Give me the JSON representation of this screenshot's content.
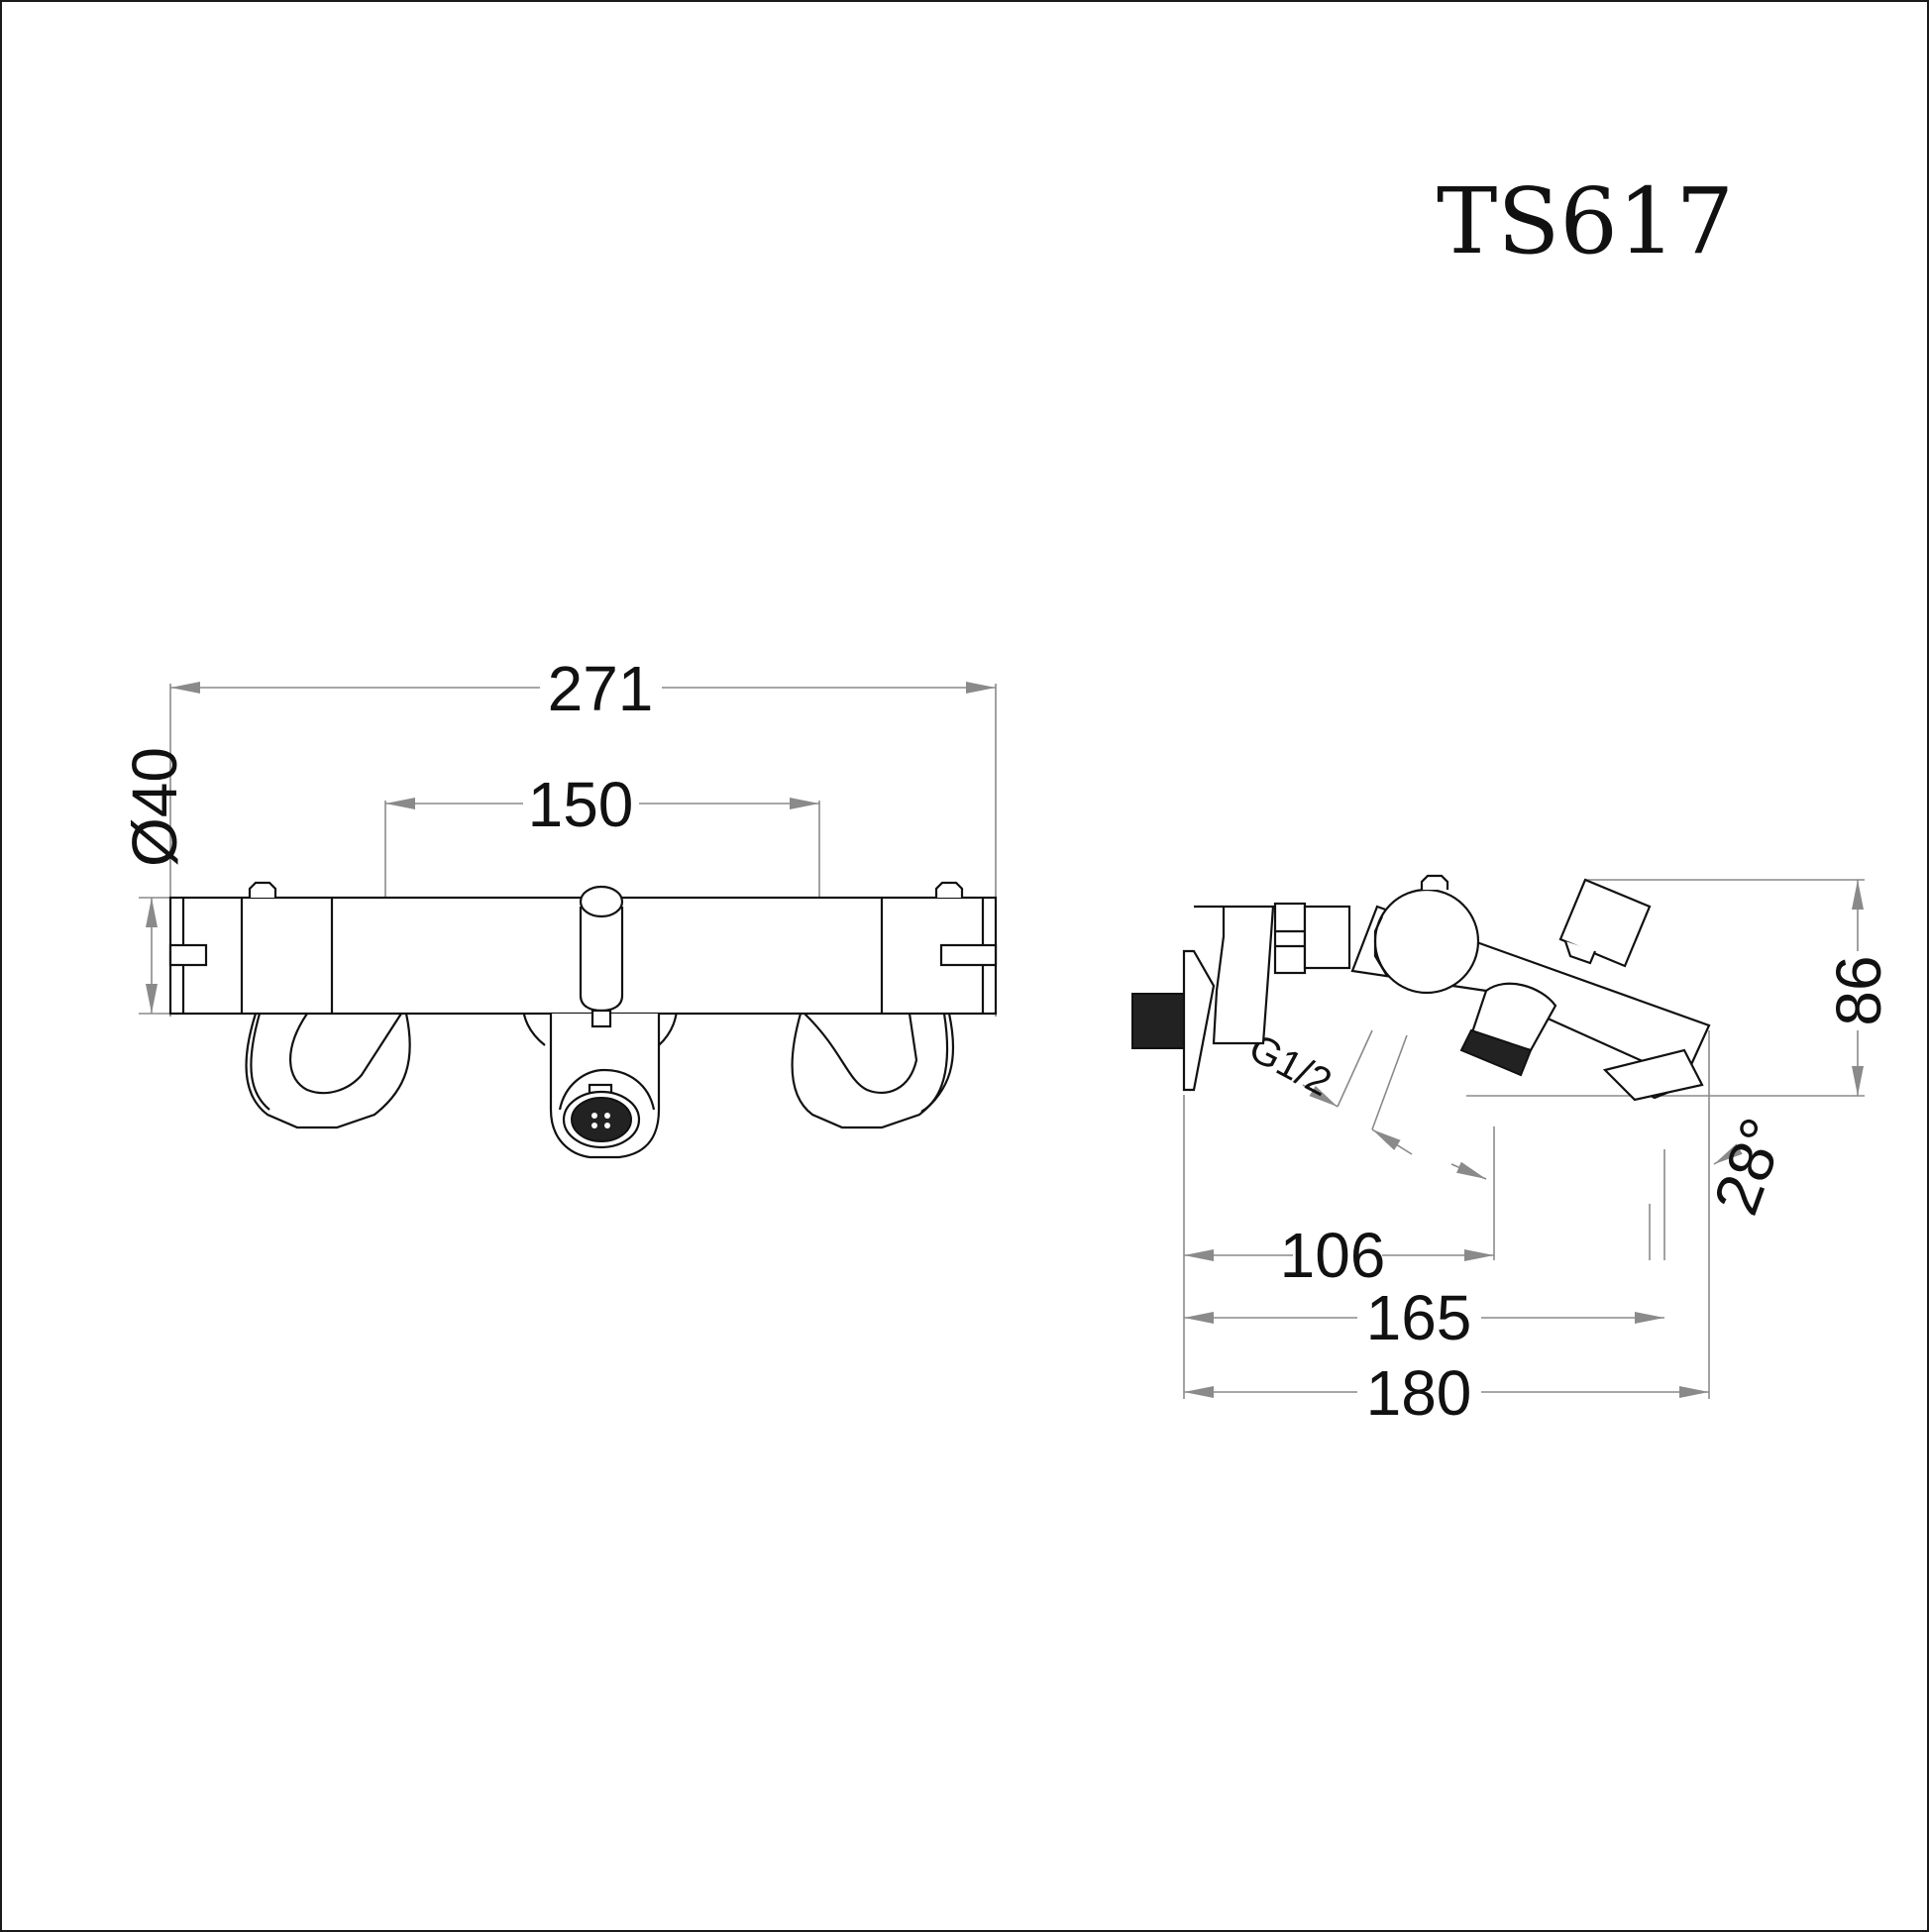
{
  "title": "TS617",
  "front_view": {
    "dimensions": {
      "overall_width": "271",
      "inlet_spacing": "150",
      "body_diameter": "Ø40"
    }
  },
  "side_view": {
    "dimensions": {
      "thread": "G1/2",
      "height": "86",
      "angle": "28°",
      "to_diverter": "106",
      "to_spout": "165",
      "overall_depth": "180"
    }
  },
  "colors": {
    "line": "#111111",
    "dimension_line": "#8a8a8a",
    "background": "#ffffff"
  }
}
